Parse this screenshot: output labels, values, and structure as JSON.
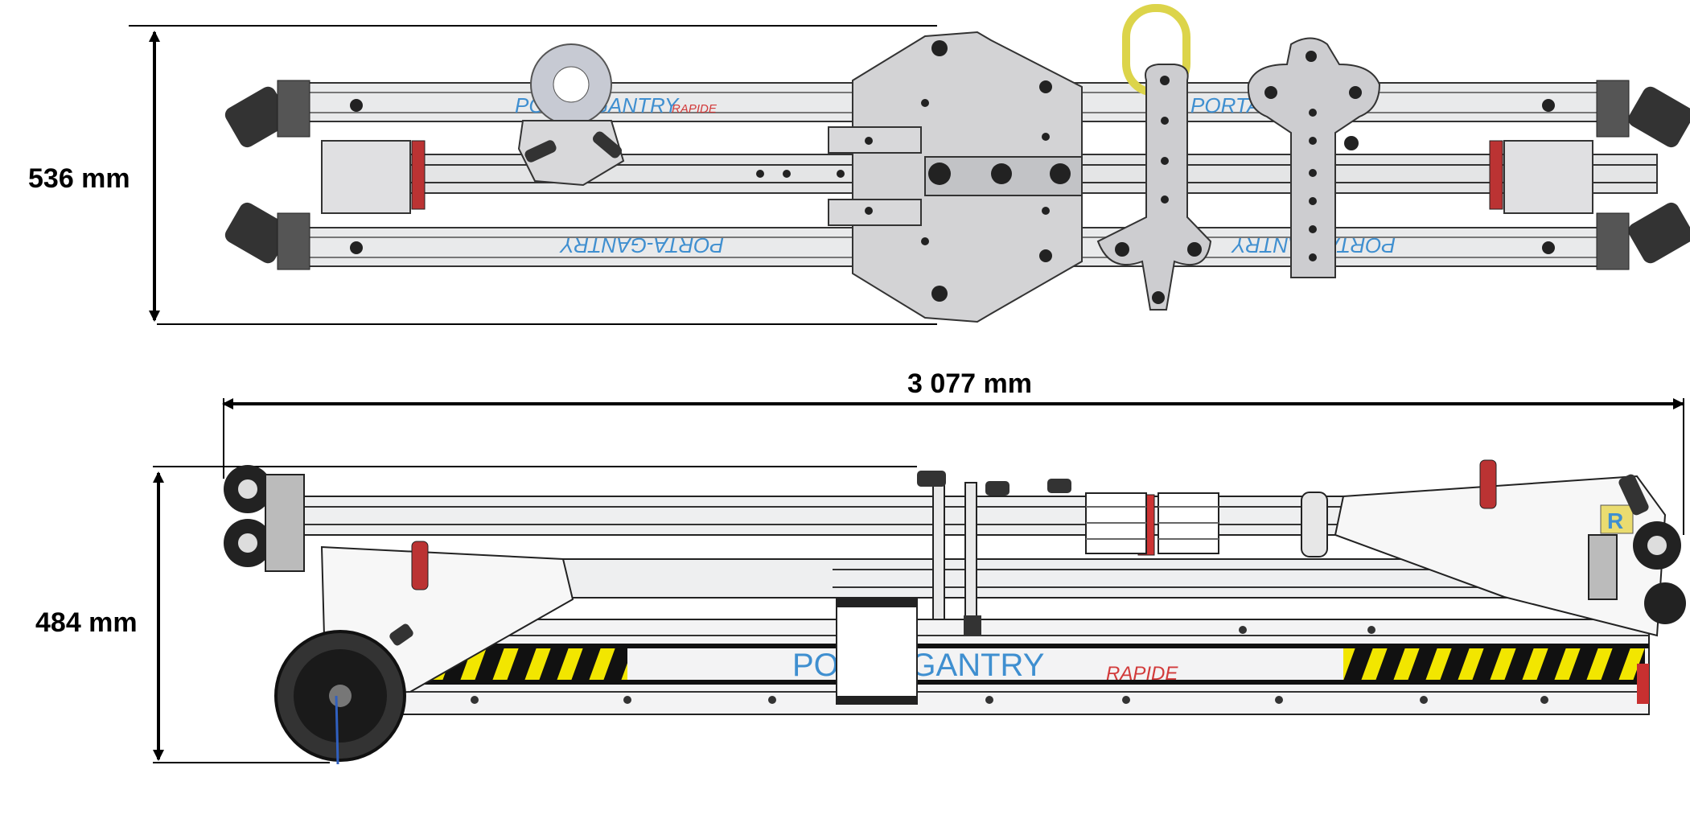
{
  "dimensions": {
    "top_height": "536 mm",
    "overall_length": "3 077 mm",
    "side_height": "484 mm"
  },
  "brand": {
    "name": "PORTA-GANTRY",
    "suffix": "RAPIDE",
    "side_mark": "R",
    "colors": {
      "brand_blue": "#3f8fd0",
      "brand_red": "#d23a3a",
      "hazard_yellow": "#f2e600",
      "plate_grey": "#d3d3d5",
      "rail_grey": "#e9eaeb",
      "ring_yellow": "#dcd44a"
    }
  },
  "views": [
    "top-view",
    "side-view"
  ]
}
